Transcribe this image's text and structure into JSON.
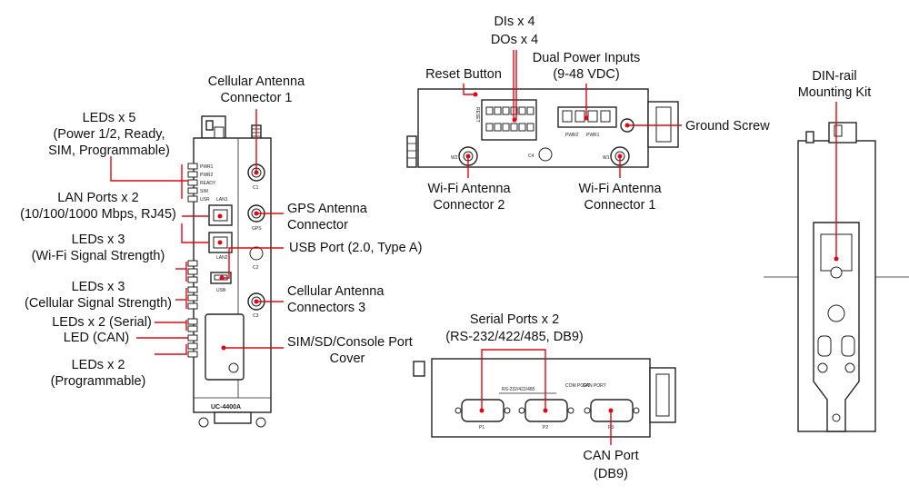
{
  "labels": {
    "cellular_antenna_1": [
      "Cellular Antenna",
      "Connector 1"
    ],
    "leds_x5": [
      "LEDs x 5",
      "(Power 1/2, Ready,",
      "SIM, Programmable)"
    ],
    "lan_ports": [
      "LAN Ports x 2",
      "(10/100/1000 Mbps, RJ45)"
    ],
    "gps_antenna": [
      "GPS Antenna",
      "Connector"
    ],
    "leds_wifi": [
      "LEDs x 3",
      "(Wi-Fi Signal Strength)"
    ],
    "usb_port": [
      "USB Port (2.0, Type A)"
    ],
    "leds_cellular": [
      "LEDs x 3",
      "(Cellular Signal Strength)"
    ],
    "cellular_antenna_3": [
      "Cellular Antenna",
      "Connectors 3"
    ],
    "leds_serial": [
      "LEDs x 2 (Serial)"
    ],
    "led_can": [
      "LED (CAN)"
    ],
    "leds_programmable": [
      "LEDs x 2",
      "(Programmable)"
    ],
    "sim_cover": [
      "SIM/SD/Console Port",
      "Cover"
    ],
    "dio": [
      "DIs x 4",
      "DOs x 4"
    ],
    "reset_button": [
      "Reset Button"
    ],
    "dual_power": [
      "Dual Power Inputs",
      "(9-48 VDC)"
    ],
    "ground_screw": [
      "Ground Screw"
    ],
    "wifi_antenna_2": [
      "Wi-Fi Antenna",
      "Connector 2"
    ],
    "wifi_antenna_1": [
      "Wi-Fi Antenna",
      "Connector 1"
    ],
    "din_rail": [
      "DIN-rail",
      "Mounting Kit"
    ],
    "serial_ports": [
      "Serial Ports x 2",
      "(RS-232/422/485, DB9)"
    ],
    "can_port": [
      "CAN Port",
      "(DB9)"
    ]
  },
  "device": {
    "model": "UC-4400A",
    "front_led_labels": [
      "PWR1",
      "PWR2",
      "READY",
      "SIM",
      "USR"
    ],
    "lan1": "LAN1",
    "lan2": "LAN2",
    "usb": "USB",
    "c1": "C1",
    "gps": "GPS",
    "c2": "C2",
    "c3": "C3",
    "w2": "W2",
    "w1": "W1",
    "c4": "C4",
    "pwr2": "PWR2",
    "pwr1": "PWR1",
    "reset": "RESET",
    "rs_label": "RS-232/422/485",
    "com_port": "COM PORT",
    "can_port_lbl": "CAN PORT",
    "p1": "P1",
    "p2": "P2",
    "p3": "P3"
  },
  "colors": {
    "accent": "#e30613",
    "outline": "#222222"
  }
}
